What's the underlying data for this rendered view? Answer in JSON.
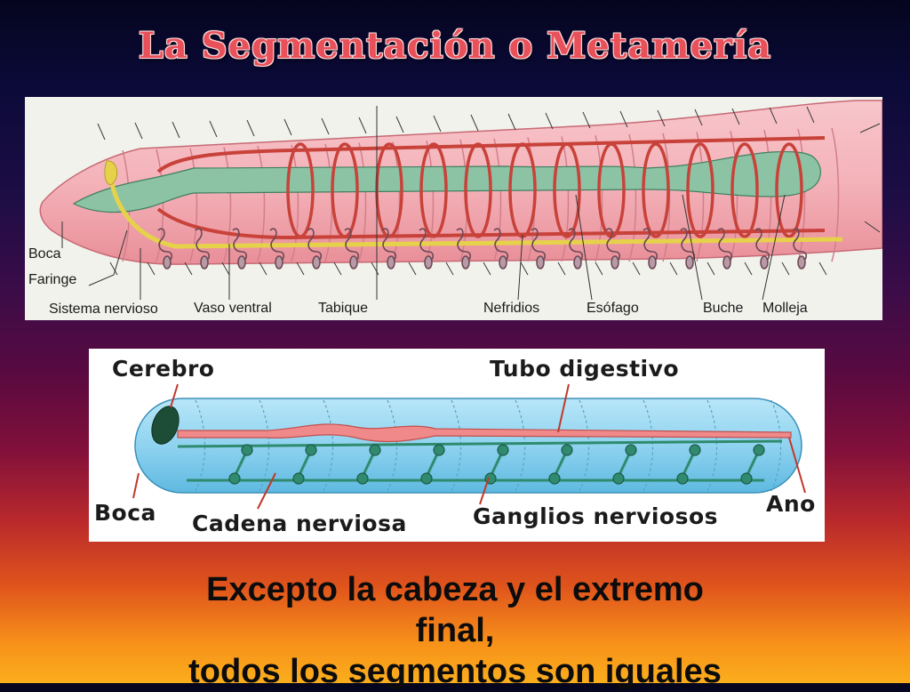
{
  "title": "La Segmentación o Metamería",
  "top_diagram": {
    "labels": {
      "boca": "Boca",
      "faringe": "Faringe",
      "sistema_nervioso": "Sistema nervioso",
      "vaso_ventral": "Vaso ventral",
      "tabique": "Tabique",
      "nefridios": "Nefridios",
      "esofago": "Esófago",
      "buche": "Buche",
      "molleja": "Molleja"
    },
    "colors": {
      "body": "#f2aeb5",
      "digestive": "#8dc3a5",
      "vessel": "#c8423a",
      "nerve": "#e6d24a"
    }
  },
  "bottom_diagram": {
    "labels": {
      "cerebro": "Cerebro",
      "tubo_digestivo": "Tubo digestivo",
      "boca": "Boca",
      "cadena_nerviosa": "Cadena nerviosa",
      "ganglios_nerviosos": "Ganglios nerviosos",
      "ano": "Ano"
    },
    "colors": {
      "body": "#8fd3f0",
      "gut": "#f08a8a",
      "nerve": "#2f8a6e",
      "brain": "#1d4d36"
    }
  },
  "caption": {
    "line1": "Excepto la cabeza y el extremo",
    "line2": "final,",
    "line3": "todos los segmentos son iguales"
  }
}
